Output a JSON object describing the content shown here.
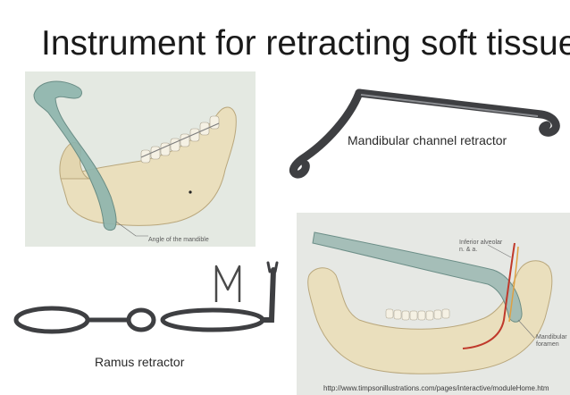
{
  "slide": {
    "title": "Instrument for retracting soft tissue"
  },
  "captions": {
    "mandibular_channel": "Mandibular channel retractor",
    "ramus": "Ramus retractor"
  },
  "illustration_labels": {
    "angle_of_mandible": "Angle of the mandible",
    "inferior_alveolar_line1": "Inferior alveolar",
    "inferior_alveolar_line2": "n. & a.",
    "mandibular_foramen_line1": "Mandibular",
    "mandibular_foramen_line2": "foramen"
  },
  "source_url": "http://www.timpsonillustrations.com/pages/interactive/moduleHome.htm",
  "colors": {
    "bone": "#e8dcb8",
    "steel": "#3e3f42",
    "retractor_glass": "#8fb5ad",
    "nerve": "#c0392b"
  }
}
